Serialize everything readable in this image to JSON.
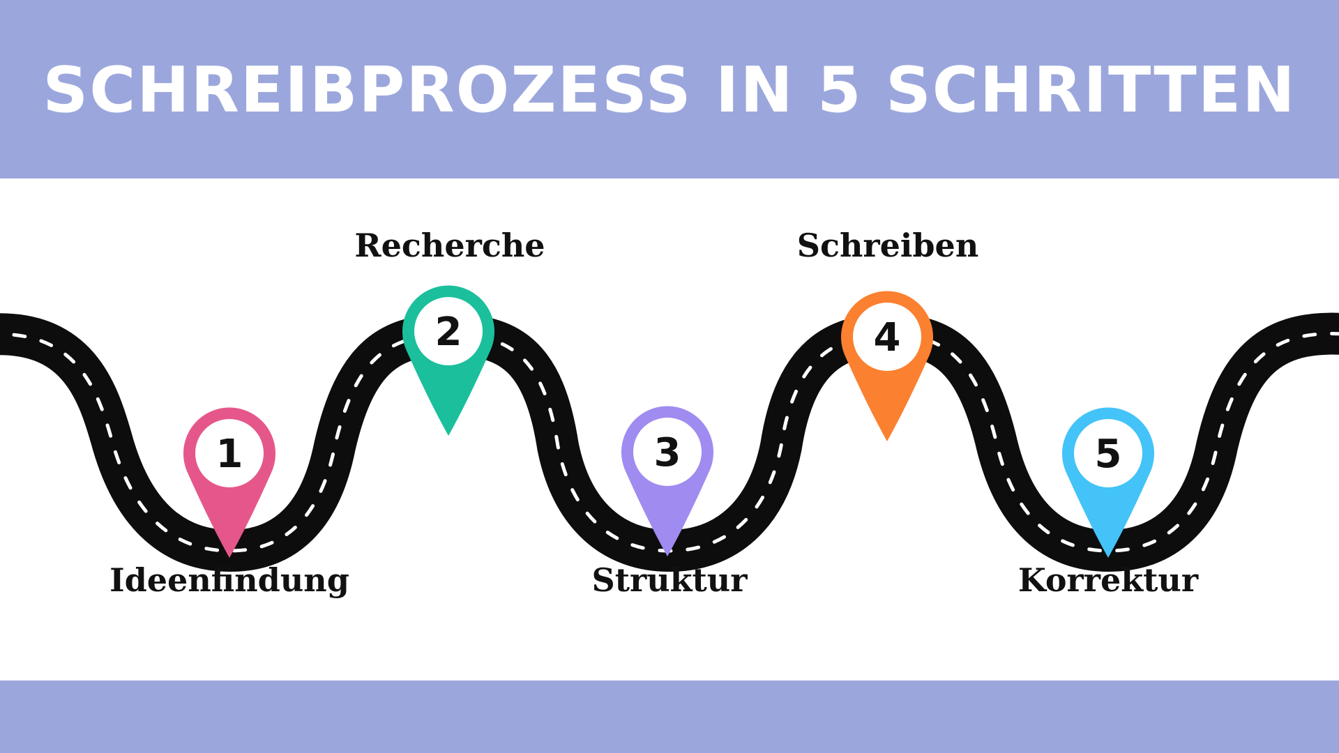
{
  "title": "SCHREIBPROZESS IN 5 SCHRITTEN",
  "colors": {
    "band": "#9ba7dc",
    "road": "#0d0d0d",
    "lane_marking": "#ffffff"
  },
  "steps": [
    {
      "number": "1",
      "label": "Ideenfindung",
      "color": "#e5578a"
    },
    {
      "number": "2",
      "label": "Recherche",
      "color": "#1bbf9c"
    },
    {
      "number": "3",
      "label": "Struktur",
      "color": "#a08bf0"
    },
    {
      "number": "4",
      "label": "Schreiben",
      "color": "#fb8030"
    },
    {
      "number": "5",
      "label": "Korrektur",
      "color": "#43c3f8"
    }
  ]
}
